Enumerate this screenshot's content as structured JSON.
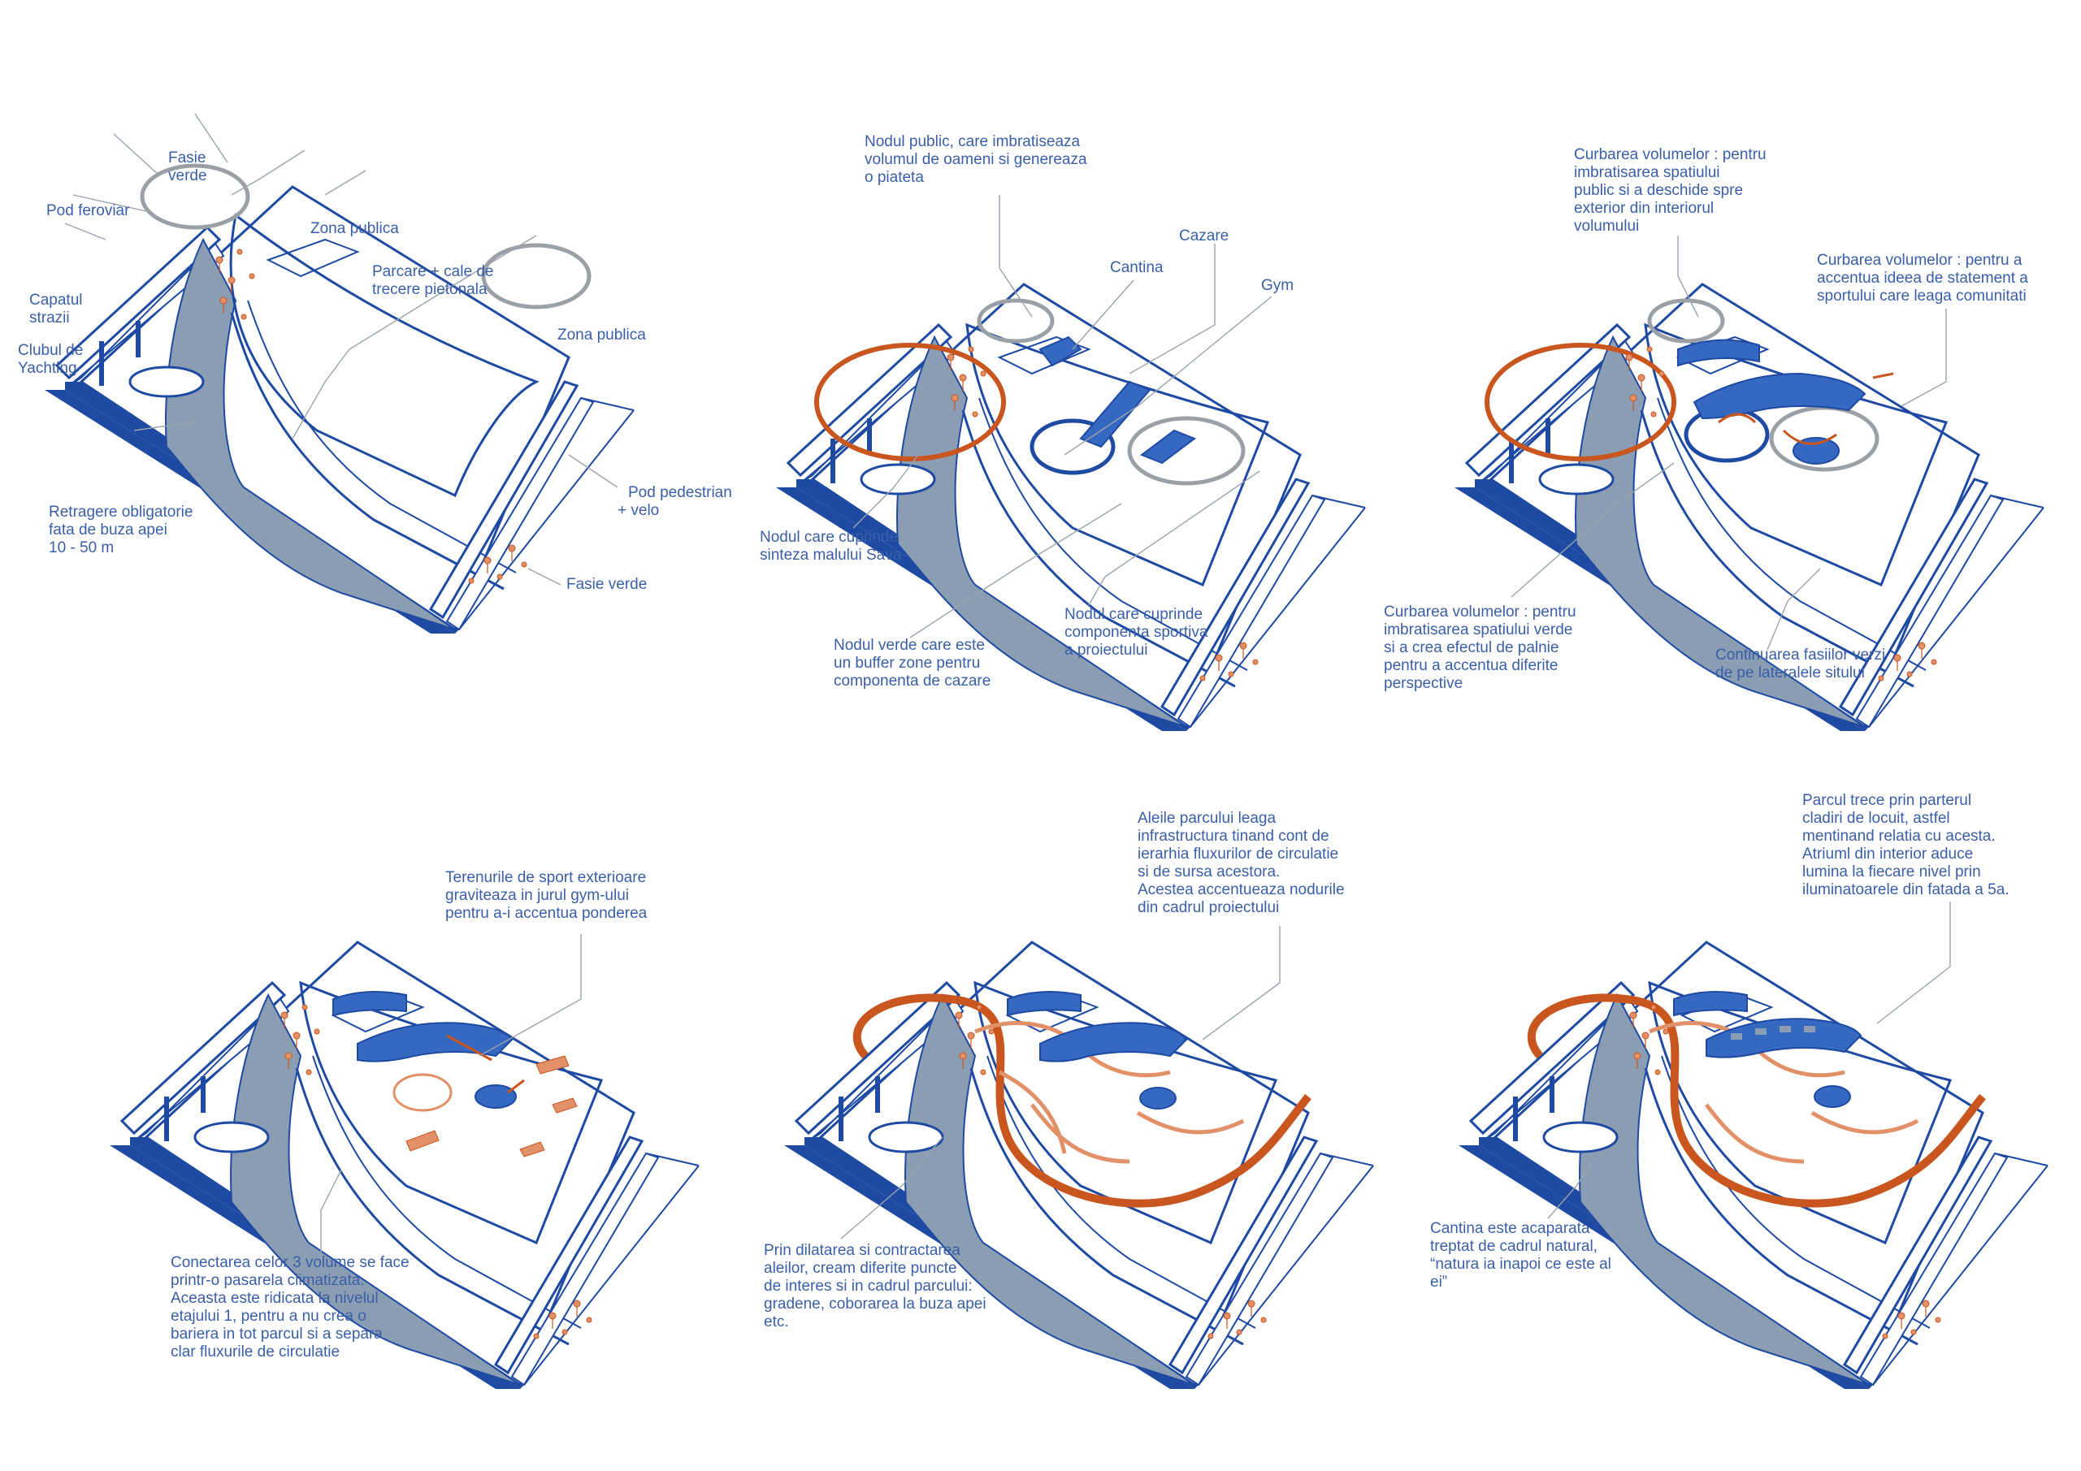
{
  "colors": {
    "blue": "#1e4aa3",
    "blue_fill": "#3568c0",
    "slate": "#8a9db3",
    "orange": "#c9551f",
    "orange_light": "#e29068",
    "grey": "#9aa0a6",
    "text": "#3a5fa8"
  },
  "panels": [
    {
      "id": "p1",
      "labels": [
        {
          "lines": [
            "Fasie",
            "verde"
          ]
        },
        {
          "lines": [
            "Pod feroviar"
          ]
        },
        {
          "lines": [
            "Zona publica"
          ]
        },
        {
          "lines": [
            "Parcare + cale de",
            "trecere pietonala"
          ]
        },
        {
          "lines": [
            "Capatul",
            "strazii"
          ]
        },
        {
          "lines": [
            "Clubul de",
            "Yachting"
          ]
        },
        {
          "lines": [
            "Zona publica"
          ]
        },
        {
          "lines": [
            "Pod pedestrian",
            "+    velo"
          ]
        },
        {
          "lines": [
            "Retragere obligatorie",
            "fata de buza apei",
            "10 - 50 m"
          ]
        },
        {
          "lines": [
            "Fasie verde"
          ]
        }
      ]
    },
    {
      "id": "p2",
      "labels": [
        {
          "lines": [
            "Nodul public, care imbratiseaza",
            "volumul de oameni si genereaza",
            "o piateta"
          ]
        },
        {
          "lines": [
            "Cazare"
          ]
        },
        {
          "lines": [
            "Cantina"
          ]
        },
        {
          "lines": [
            "Gym"
          ]
        },
        {
          "lines": [
            "Nodul care cuprinde",
            "sinteza malului Sava"
          ]
        },
        {
          "lines": [
            "Nodul care cuprinde",
            "componenta sportiva",
            "a proiectului"
          ]
        },
        {
          "lines": [
            "Nodul verde care este",
            "un buffer zone pentru",
            "componenta de cazare"
          ]
        }
      ]
    },
    {
      "id": "p3",
      "labels": [
        {
          "lines": [
            "Curbarea volumelor : pentru",
            "imbratisarea spatiului",
            "public si a deschide spre",
            "exterior din interiorul",
            "volumului"
          ]
        },
        {
          "lines": [
            "Curbarea volumelor : pentru a",
            "accentua ideea de statement a",
            "sportului care leaga comunitati"
          ]
        },
        {
          "lines": [
            "Curbarea volumelor : pentru",
            "imbratisarea spatiului verde",
            "si a crea efectul de palnie",
            "pentru a accentua diferite",
            "perspective"
          ]
        },
        {
          "lines": [
            "Continuarea fasiilor verzi",
            "de pe lateralele sitului"
          ]
        }
      ]
    },
    {
      "id": "p4",
      "labels": [
        {
          "lines": [
            "Terenurile de sport exterioare",
            "graviteaza in jurul gym-ului",
            "pentru a-i accentua ponderea"
          ]
        },
        {
          "lines": [
            "Conectarea celor 3 volume se face",
            "printr-o pasarela climatizata.",
            "Aceasta este ridicata la nivelul",
            "etajului 1, pentru a nu crea o",
            "bariera in tot parcul si a separa",
            "clar fluxurile de circulatie"
          ]
        }
      ]
    },
    {
      "id": "p5",
      "labels": [
        {
          "lines": [
            "Aleile parcului leaga",
            "infrastructura tinand cont de",
            "ierarhia fluxurilor de circulatie",
            "si de sursa acestora.",
            "Acestea accentueaza nodurile",
            "din cadrul proiectului"
          ]
        },
        {
          "lines": [
            "Prin  dilatarea  si  contractarea",
            "aleilor, cream diferite puncte",
            "de interes si in cadrul parcului:",
            "gradene, coborarea la buza apei",
            "etc."
          ]
        }
      ]
    },
    {
      "id": "p6",
      "labels": [
        {
          "lines": [
            "Parcul trece prin parterul",
            "cladiri de locuit, astfel",
            "mentinand relatia cu acesta.",
            "Atriuml din interior aduce",
            "lumina la fiecare nivel prin",
            "iluminatoarele din fatada a 5a."
          ]
        },
        {
          "lines": [
            "Cantina este acaparata",
            "treptat de cadrul natural,",
            "“natura ia inapoi ce este al",
            "ei”"
          ]
        }
      ]
    }
  ]
}
